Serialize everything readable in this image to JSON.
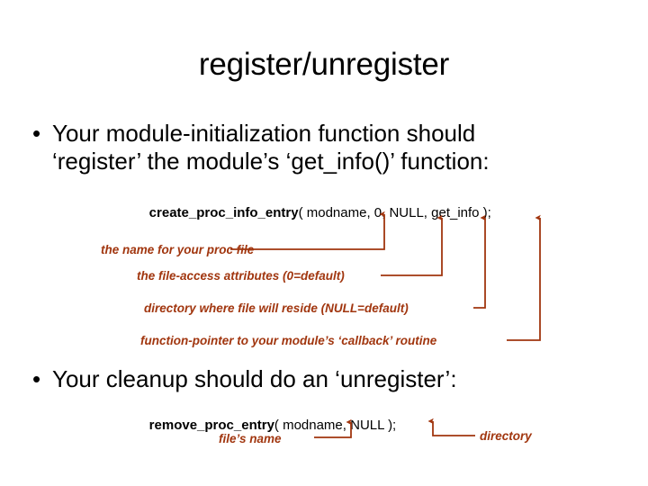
{
  "slide": {
    "title": "register/unregister",
    "bullet_marker": "•",
    "bullets": [
      {
        "text": "Your module-initialization function should\n‘register’ the module’s ‘get_info()’ function:"
      },
      {
        "text": "Your cleanup should do an ‘unregister’:"
      }
    ],
    "code": {
      "register": {
        "function": "create_proc_info_entry",
        "args": "( modname, 0, NULL, get_info );"
      },
      "unregister": {
        "function": "remove_proc_entry",
        "args": "( modname, NULL );"
      }
    },
    "annotations": [
      {
        "label": "the name for your proc file"
      },
      {
        "label": "the file-access attributes (0=default)"
      },
      {
        "label": "directory where file will reside (NULL=default)"
      },
      {
        "label": "function-pointer to your module’s ‘callback’ routine"
      },
      {
        "label": "file’s name"
      },
      {
        "label": "directory"
      }
    ],
    "colors": {
      "text": "#000000",
      "annotation": "#A1360F",
      "connector": "#A1360F",
      "background": "#FFFFFF"
    }
  }
}
